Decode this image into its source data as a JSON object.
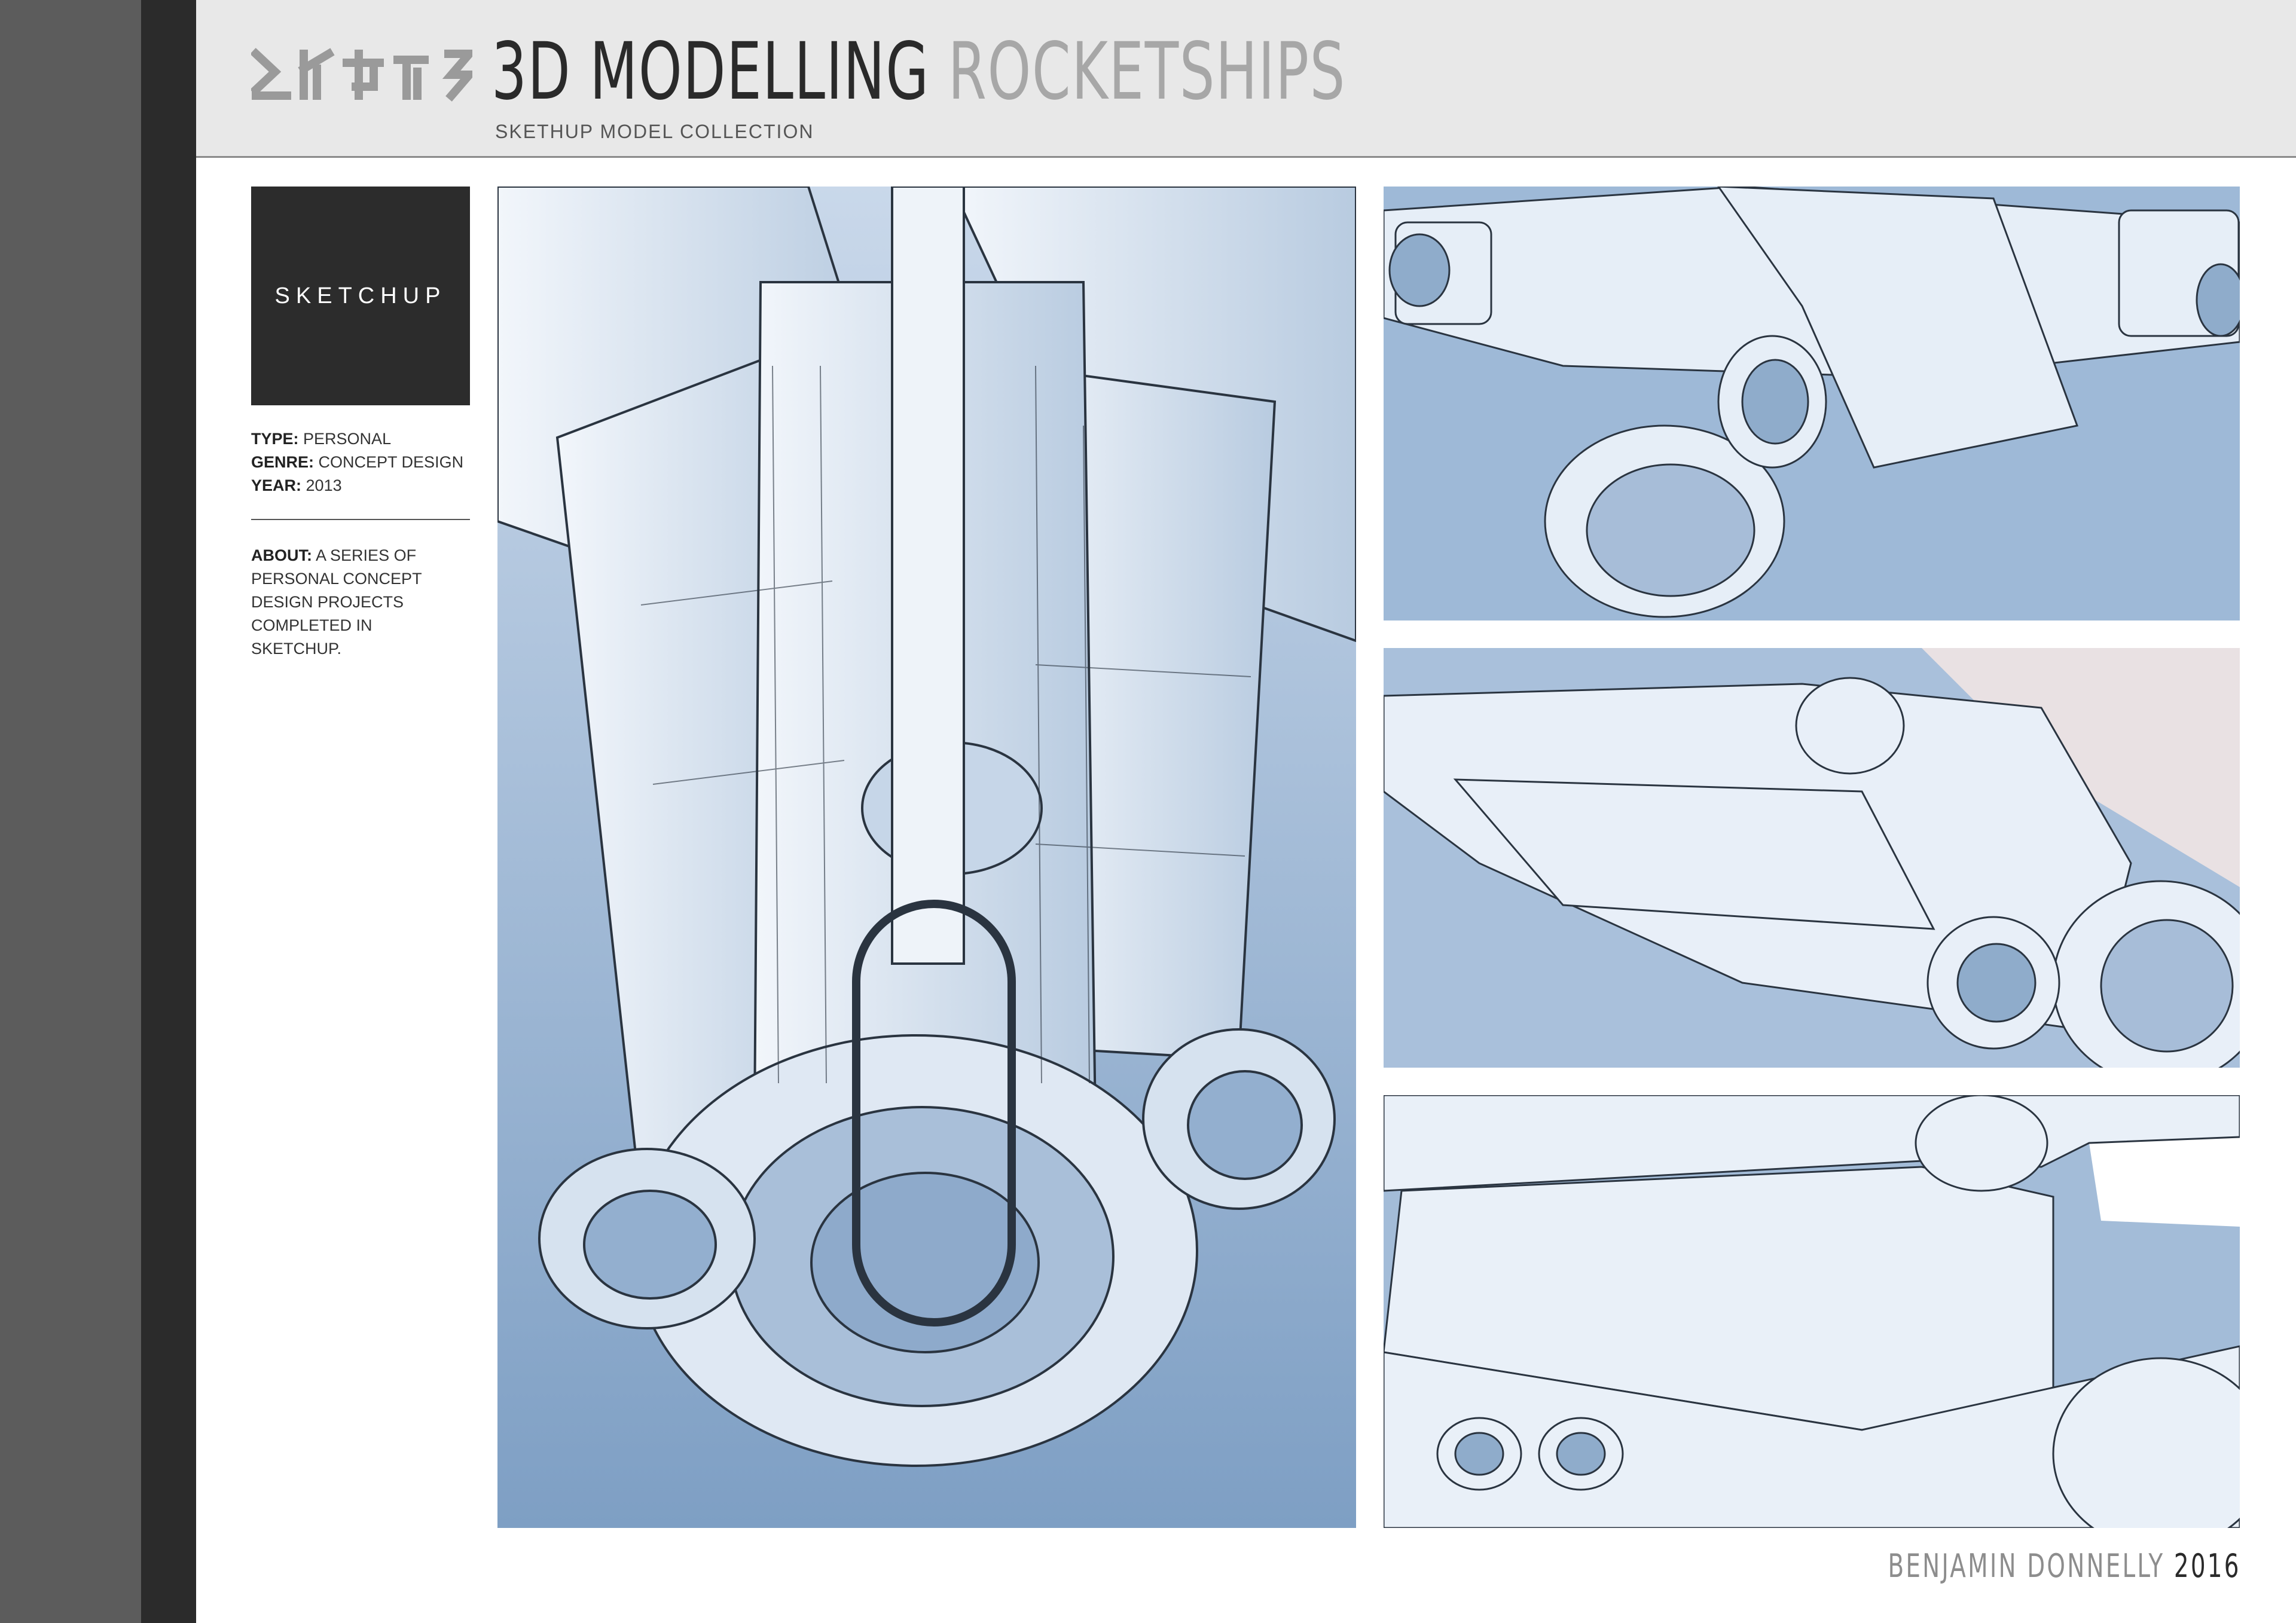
{
  "header": {
    "title_main": "3D MODELLING",
    "title_sub": "ROCKETSHIPS",
    "subtitle": "SKETHUP MODEL COLLECTION"
  },
  "sidebar": {
    "badge_label": "SKETCHUP",
    "type_label": "TYPE:",
    "type_value": "PERSONAL",
    "genre_label": "GENRE:",
    "genre_value": "CONCEPT DESIGN",
    "year_label": "YEAR:",
    "year_value": "2013",
    "about_label": "ABOUT:",
    "about_value": "A SERIES OF PERSONAL CONCEPT DESIGN PROJECTS COMPLETED IN SKETCHUP."
  },
  "footer": {
    "author": "BENJAMIN DONNELLY",
    "year": "2016"
  },
  "colors": {
    "sidebar_dark": "#2b2b2b",
    "sidebar_mid": "#5c5c5c",
    "header_bg": "#e8e8e8",
    "render_sky": "#9db8d6",
    "render_hull": "#e9f0f8"
  }
}
